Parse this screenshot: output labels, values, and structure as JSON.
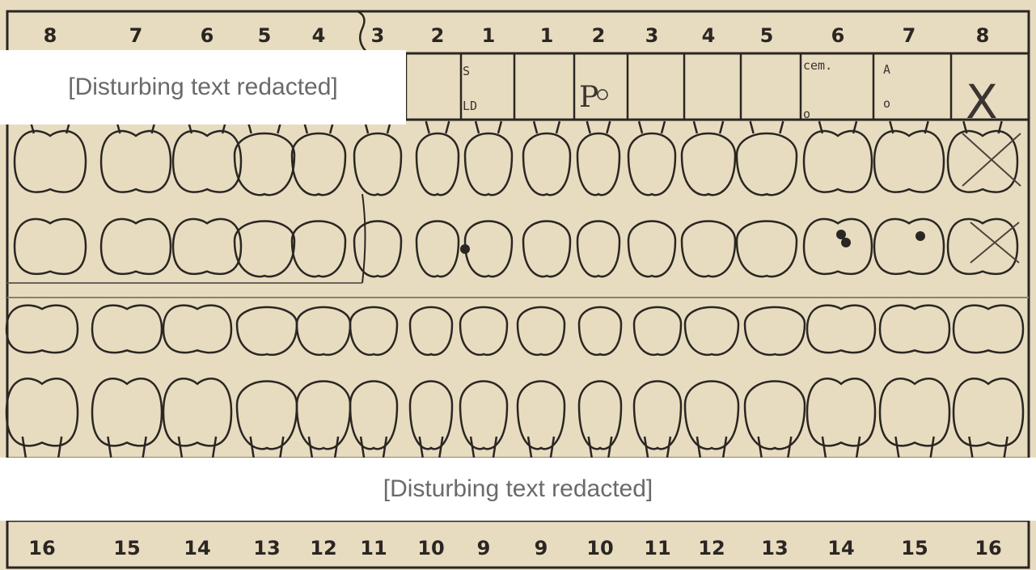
{
  "upper_numbers": [
    "8",
    "7",
    "6",
    "5",
    "4",
    "3",
    "2",
    "1",
    "1",
    "2",
    "3",
    "4",
    "5",
    "6",
    "7",
    "8"
  ],
  "lower_numbers": [
    "16",
    "15",
    "14",
    "13",
    "12",
    "11",
    "10",
    "9",
    "9",
    "10",
    "11",
    "12",
    "13",
    "14",
    "15",
    "16"
  ],
  "annotations": {
    "upper_1_right_top": "S",
    "upper_1_right_bottom": "LD",
    "upper_2_left": "P",
    "upper_6_left_top": "cem.",
    "upper_6_left_bottom": "o",
    "upper_7_left_top": "A",
    "upper_7_left_bottom": "o",
    "upper_8_left": "X"
  },
  "redactions": {
    "top": "[Disturbing text redacted]",
    "middle": "[Disturbing text redacted]"
  }
}
